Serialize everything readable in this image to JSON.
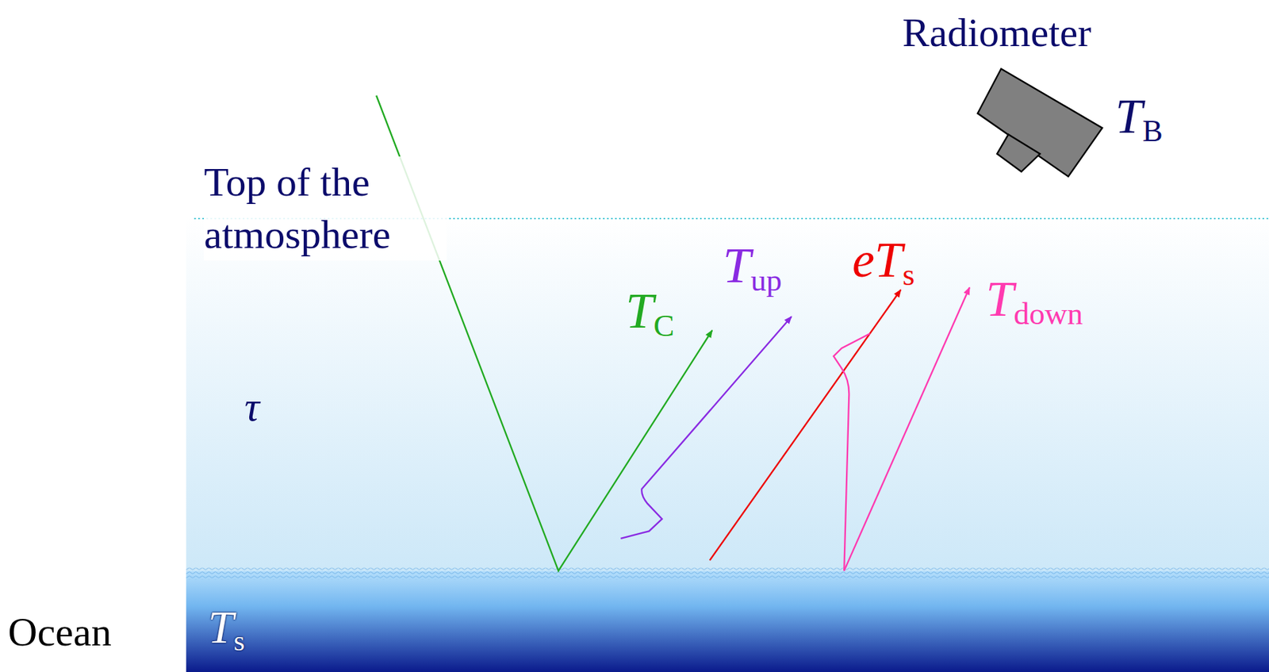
{
  "diagram": {
    "labels": [
      "Radiometer",
      "TB",
      "Top of the atmosphere",
      "τ",
      "TC",
      "Tup",
      "eTs",
      "Tdown",
      "Ocean",
      "Ts"
    ]
  }
}
